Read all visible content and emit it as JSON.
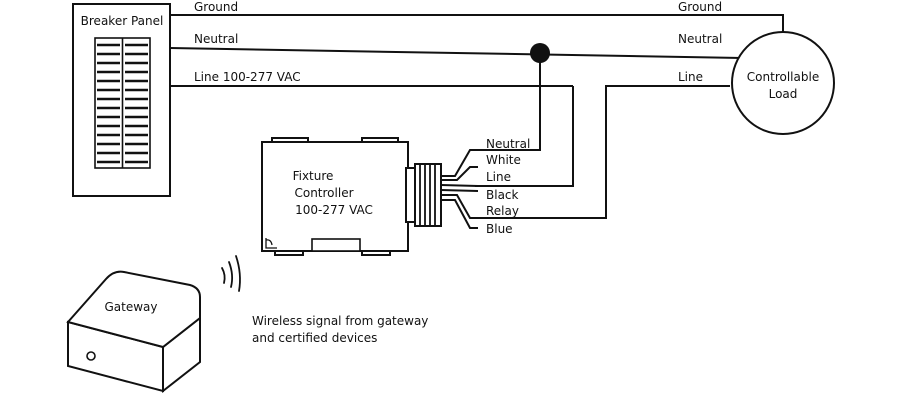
{
  "breaker_panel": {
    "label": "Breaker Panel"
  },
  "wires": {
    "ground_left": "Ground",
    "ground_right": "Ground",
    "neutral_left": "Neutral",
    "neutral_right": "Neutral",
    "line_left": "Line 100-277 VAC",
    "line_right": "Line"
  },
  "load": {
    "line1": "Controllable",
    "line2": "Load"
  },
  "fixture_controller": {
    "line1": "Fixture",
    "line2": "Controller",
    "line3": "100-277 VAC"
  },
  "leads": [
    "Neutral",
    "White",
    "Line",
    "Black",
    "Relay",
    "Blue"
  ],
  "gateway": {
    "label": "Gateway"
  },
  "wireless_note": {
    "line1": "Wireless signal from gateway",
    "line2": "and certified devices"
  }
}
